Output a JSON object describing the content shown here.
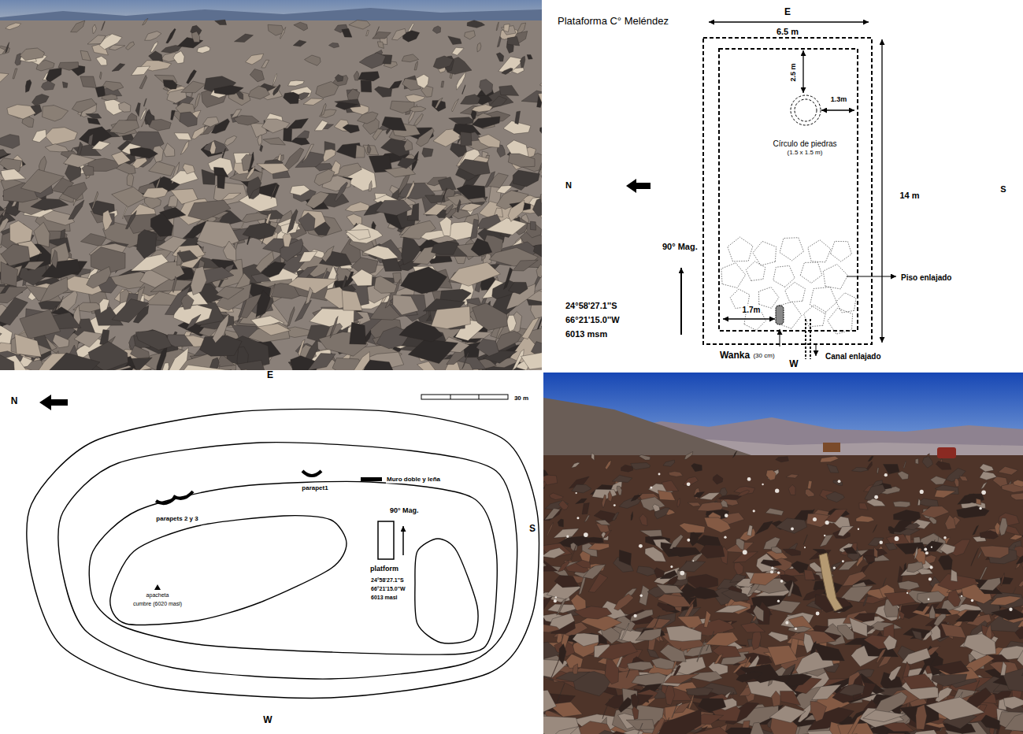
{
  "diagram": {
    "labels": [
      "Plataforma C° Meléndez",
      "E",
      "6.5 m",
      "2.5 m",
      "1.3m",
      "Círculo de piedras",
      "(1.5 x 1.5 m)",
      "N",
      "S",
      "14 m",
      "90° Mag.",
      "Piso enlajado",
      "24°58'27.1''S",
      "66°21'15.0''W",
      "6013 msm",
      "1.7m",
      "Wanka",
      "(30 cm)",
      "W",
      "Canal enlajado",
      "E",
      "N",
      "30 m",
      "Muro doble y leña",
      "parapet1",
      "parapets 2 y 3",
      "90° Mag.",
      "S",
      "platform",
      "24°58'27.1''S",
      "66°21'15.0''W",
      "6013 masl",
      "apacheta",
      "cumbre (6020 masl)",
      "W"
    ]
  }
}
